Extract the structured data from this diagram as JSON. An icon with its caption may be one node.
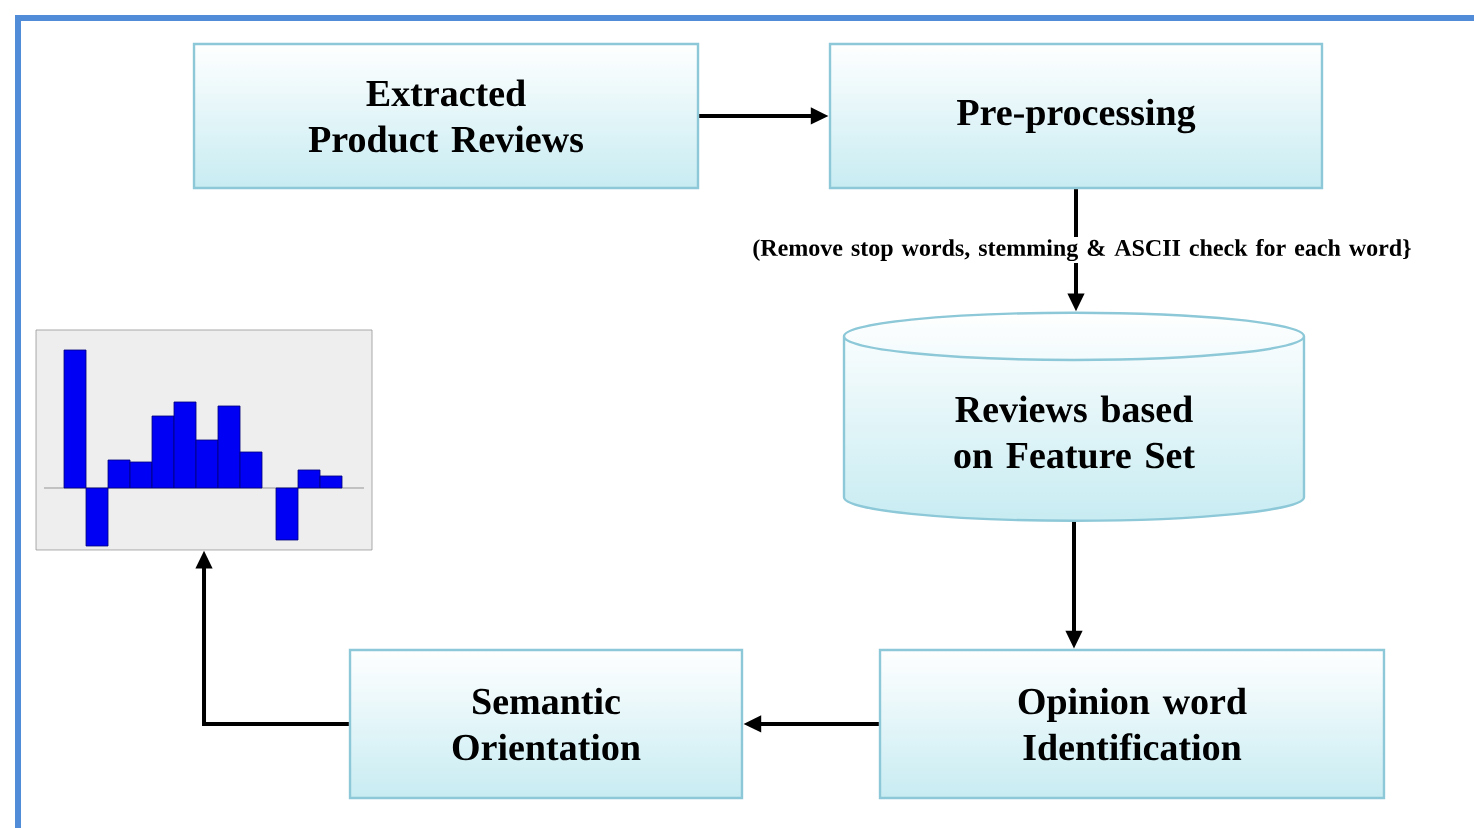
{
  "diagram": {
    "nodes": [
      {
        "text": [
          "Extracted Product Reviews"
        ]
      },
      {
        "text": [
          "Pre-processing"
        ]
      },
      {
        "text": [
          "Reviews based on Feature Set"
        ]
      },
      {
        "text": [
          "Opinion word Identification"
        ]
      },
      {
        "text": [
          "Semantic Orientation"
        ]
      },
      {
        "text": [],
        "shape": "picture"
      }
    ],
    "edges": [
      {
        "from": 0,
        "to": 1,
        "arrow": "to"
      },
      {
        "from": 1,
        "to": 2,
        "arrow": "to",
        "label": "(Remove stop words, stemming & ASCII check for each word}"
      },
      {
        "from": 2,
        "to": 3,
        "arrow": "to"
      },
      {
        "from": 3,
        "to": 4,
        "arrow": "to"
      },
      {
        "from": 4,
        "to": 5,
        "arrow": "to"
      }
    ]
  }
}
